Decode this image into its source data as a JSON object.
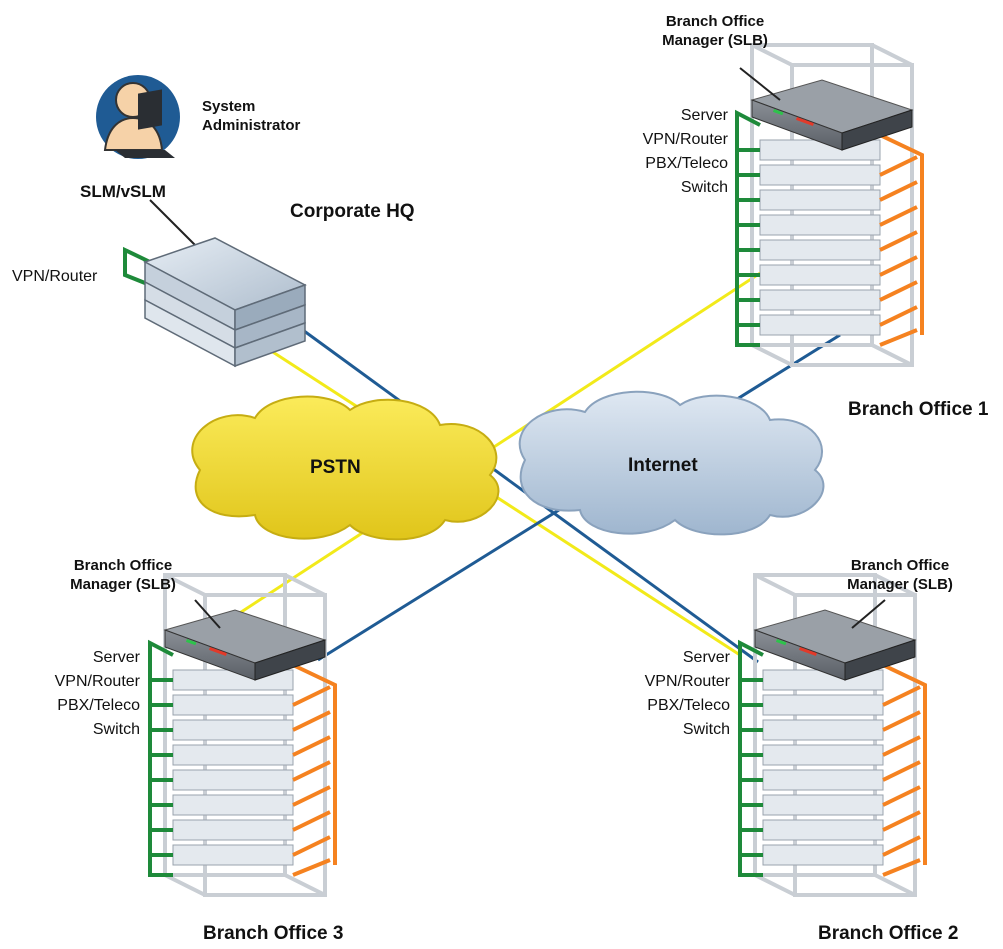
{
  "admin": {
    "role_line1": "System",
    "role_line2": "Administrator",
    "device": "SLM/vSLM"
  },
  "hq": {
    "title": "Corporate HQ",
    "device_label": "VPN/Router"
  },
  "clouds": {
    "pstn": "PSTN",
    "internet": "Internet"
  },
  "branch1": {
    "manager_line1": "Branch Office",
    "manager_line2": "Manager (SLB)",
    "server": "Server",
    "vpn": "VPN/Router",
    "pbx": "PBX/Teleco",
    "switch": "Switch",
    "title": "Branch Office 1"
  },
  "branch2": {
    "manager_line1": "Branch Office",
    "manager_line2": "Manager (SLB)",
    "server": "Server",
    "vpn": "VPN/Router",
    "pbx": "PBX/Teleco",
    "switch": "Switch",
    "title": "Branch Office 2"
  },
  "branch3": {
    "manager_line1": "Branch Office",
    "manager_line2": "Manager (SLB)",
    "server": "Server",
    "vpn": "VPN/Router",
    "pbx": "PBX/Teleco",
    "switch": "Switch",
    "title": "Branch Office 3"
  },
  "colors": {
    "pstn_link": "#f2ea1a",
    "internet_link": "#1f5b94",
    "green_cable": "#1e8a3a",
    "orange_cable": "#f58220",
    "pstn_cloud": "#f3dc2a",
    "internet_cloud": "#b8cbe0"
  }
}
